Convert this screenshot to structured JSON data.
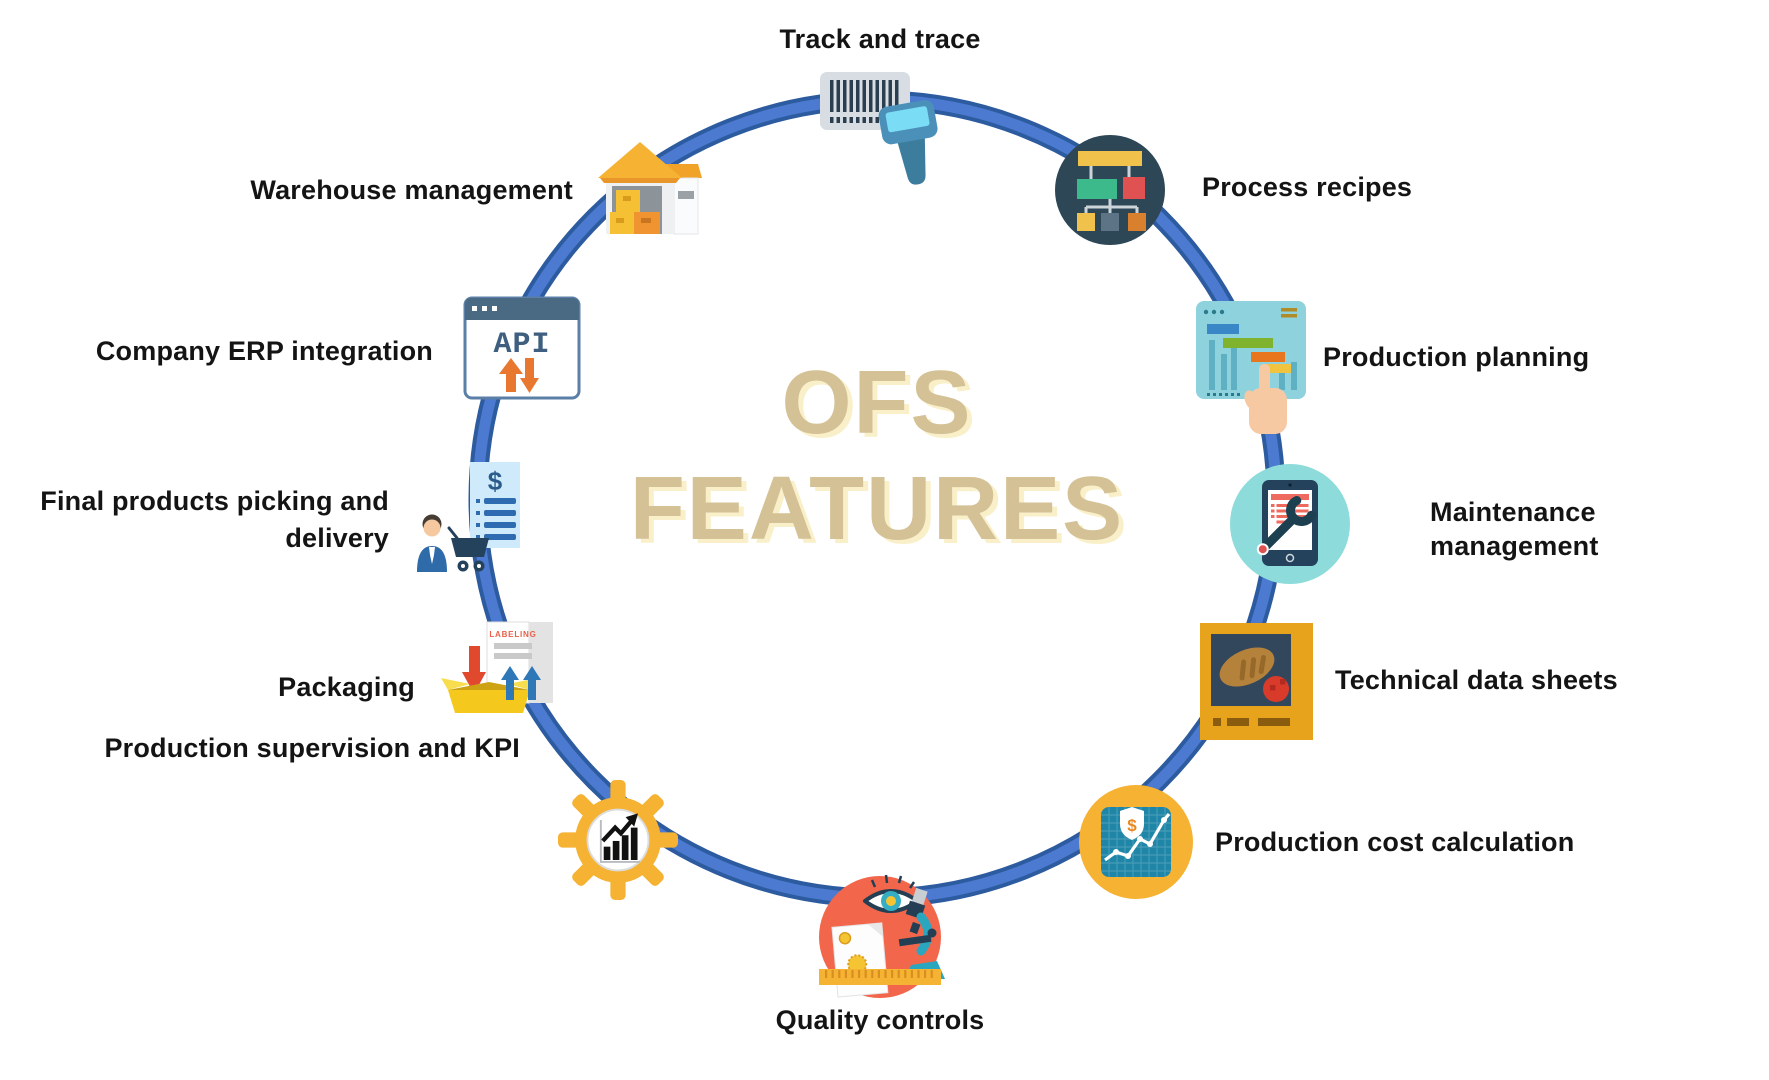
{
  "title": {
    "line1": "OFS",
    "line2": "FEATURES"
  },
  "features": [
    {
      "id": "track-and-trace",
      "label": "Track and trace",
      "icon": "barcode-scanner-icon"
    },
    {
      "id": "process-recipes",
      "label": "Process recipes",
      "icon": "flowchart-icon"
    },
    {
      "id": "production-planning",
      "label": "Production planning",
      "icon": "gantt-chart-hand-icon"
    },
    {
      "id": "maintenance-management",
      "label": "Maintenance management",
      "icon": "tablet-wrench-icon"
    },
    {
      "id": "technical-data-sheets",
      "label": "Technical data sheets",
      "icon": "food-datasheet-icon"
    },
    {
      "id": "production-cost-calculation",
      "label": "Production cost calculation",
      "icon": "cost-chart-shield-icon"
    },
    {
      "id": "quality-controls",
      "label": "Quality controls",
      "icon": "microscope-inspection-icon"
    },
    {
      "id": "production-supervision-kpi",
      "label": "Production supervision and KPI",
      "icon": "gear-kpi-chart-icon"
    },
    {
      "id": "packaging",
      "label": "Packaging",
      "icon": "labeling-box-icon"
    },
    {
      "id": "final-products-picking-delivery",
      "label": "Final products picking and\ndelivery",
      "icon": "invoice-cart-person-icon"
    },
    {
      "id": "company-erp-integration",
      "label": "Company ERP integration",
      "icon": "api-window-icon"
    },
    {
      "id": "warehouse-management",
      "label": "Warehouse management",
      "icon": "warehouse-icon"
    }
  ],
  "icon_texts": {
    "api": "API",
    "labeling": "LABELING",
    "invoice_dollar": "$",
    "shield_dollar": "$"
  },
  "colors": {
    "ring": "#4b7ad0",
    "ring_edge": "#2d5b9f",
    "title": "#d4c195",
    "title_shadow": "#f9f0ca",
    "label_text": "#141414",
    "process_circle": "#2e4756",
    "planning_square": "#8ed2dd",
    "maintenance_circle": "#8edbdb",
    "datasheet_square": "#e8a31d",
    "cost_circle": "#f5b233",
    "quality_circle": "#f2674c",
    "gear": "#f5b233"
  }
}
